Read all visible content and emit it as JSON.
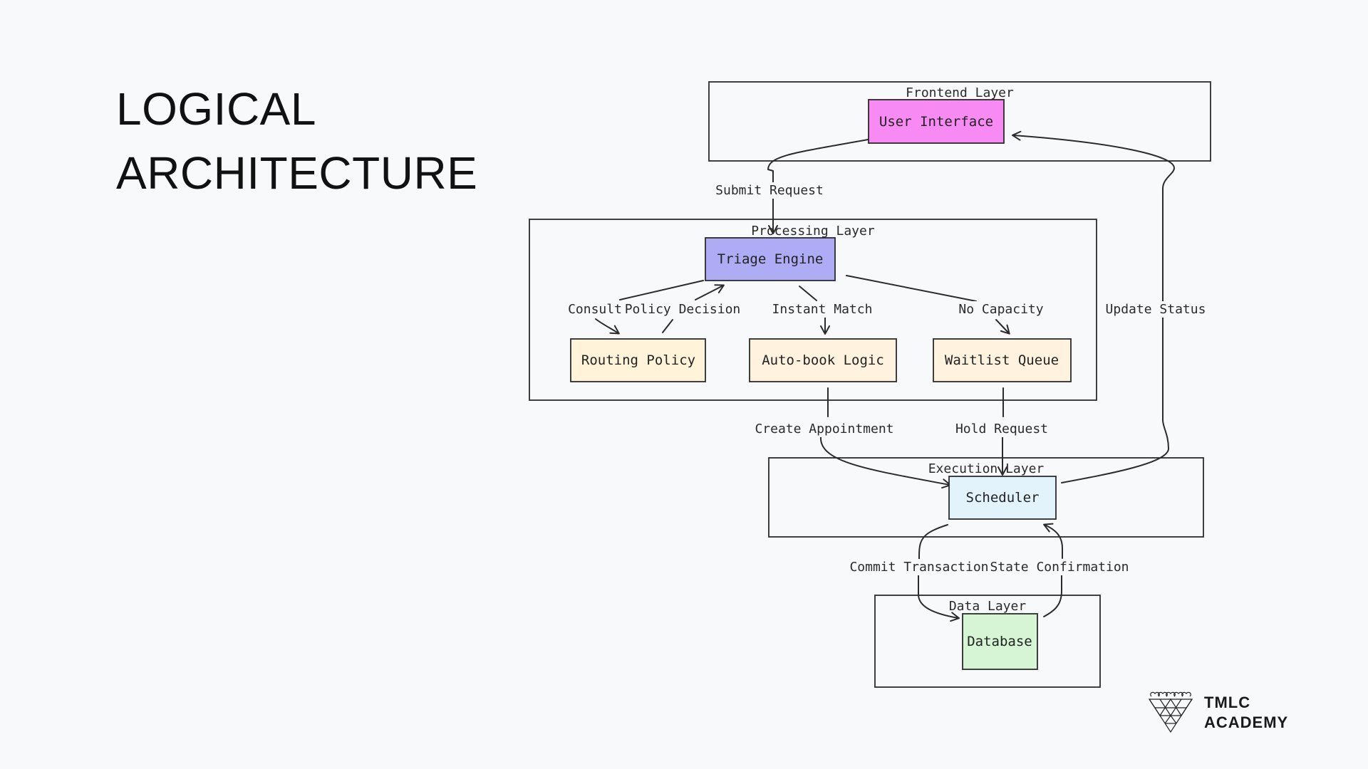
{
  "title": {
    "line1": "LOGICAL",
    "line2": "ARCHITECTURE"
  },
  "layers": {
    "frontend": "Frontend Layer",
    "processing": "Processing Layer",
    "execution": "Execution Layer",
    "data": "Data Layer"
  },
  "nodes": {
    "user_interface": "User Interface",
    "triage_engine": "Triage Engine",
    "routing_policy": "Routing Policy",
    "autobook_logic": "Auto-book Logic",
    "waitlist_queue": "Waitlist Queue",
    "scheduler": "Scheduler",
    "database": "Database"
  },
  "edges": {
    "submit_request": "Submit Request",
    "consult": "Consult",
    "policy_decision": "Policy Decision",
    "instant_match": "Instant Match",
    "no_capacity": "No Capacity",
    "update_status": "Update Status",
    "create_appointment": "Create Appointment",
    "hold_request": "Hold Request",
    "commit_transaction": "Commit Transaction",
    "state_confirmation": "State Confirmation"
  },
  "colors": {
    "user_interface": "#f78bf3",
    "triage_engine": "#adacf5",
    "routing_policy": "#fff3d9",
    "autobook_logic": "#fff3e0",
    "waitlist_queue": "#fff3e0",
    "scheduler": "#e3f3fc",
    "database": "#d5f5d5"
  },
  "brand": {
    "line1": "TMLC",
    "line2": "ACADEMY",
    "logo_icon": "tmlc-heart-logo-icon"
  }
}
